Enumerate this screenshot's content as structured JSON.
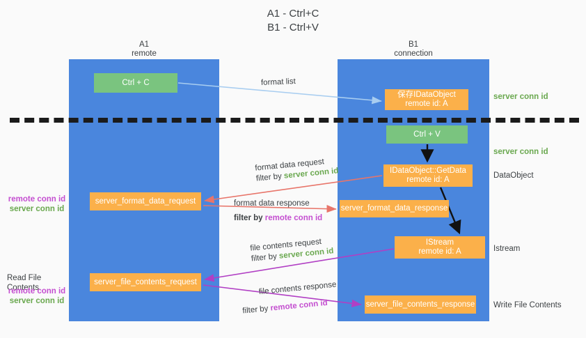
{
  "title": {
    "line1": "A1 - Ctrl+C",
    "line2": "B1 - Ctrl+V"
  },
  "lanes": [
    {
      "id": "a1",
      "name": "A1",
      "sub": "remote",
      "color": "#4a86dd"
    },
    {
      "id": "b1",
      "name": "B1",
      "sub": "connection",
      "color": "#4a86dd"
    }
  ],
  "nodes": {
    "ctrl_c": "Ctrl + C",
    "save_idataobject": {
      "line1": "保存IDataObject",
      "line2": "remote id: A"
    },
    "ctrl_v": "Ctrl + V",
    "getdata": {
      "line1": "IDataObject::GetData",
      "line2": "remote id: A"
    },
    "format_data_request": "server_format_data_request",
    "format_data_response": "server_format_data_response",
    "istream": {
      "line1": "IStream",
      "line2": "remote id: A"
    },
    "file_contents_request": "server_file_contents_request",
    "file_contents_response": "server_file_contents_response"
  },
  "flows": {
    "format_list": "format list",
    "format_data_request": {
      "line1": "format data request",
      "prefix": "filter by ",
      "key": "server conn id"
    },
    "format_data_response": {
      "line1": "format data response",
      "prefix": "filter by ",
      "key": "remote conn id"
    },
    "file_contents_request": {
      "line1": "file contents request",
      "prefix": "filter by ",
      "key": "server conn id"
    },
    "file_contents_response": {
      "line1": "file contents response",
      "prefix": "filter by ",
      "key": "remote conn id"
    }
  },
  "side_labels": {
    "server_conn_id_top": "server conn id",
    "server_conn_id_mid": "server conn id",
    "dataobject": "DataObject",
    "istream": "Istream",
    "write_file_contents": "Write File Contents",
    "read_file_contents": "Read File Contents",
    "remote_conn_id": "remote conn id",
    "server_conn_id": "server conn id"
  },
  "colors": {
    "lane": "#4a86dd",
    "green_node": "#7ac47f",
    "orange_node": "#fbb04a",
    "server_conn_id": "#6aa84f",
    "remote_conn_id": "#c44fd0",
    "arrow_blue": "#a8cdf0",
    "arrow_red": "#e8756a",
    "arrow_purple": "#b13fc4",
    "arrow_black": "#000000",
    "background": "#fafafa"
  }
}
